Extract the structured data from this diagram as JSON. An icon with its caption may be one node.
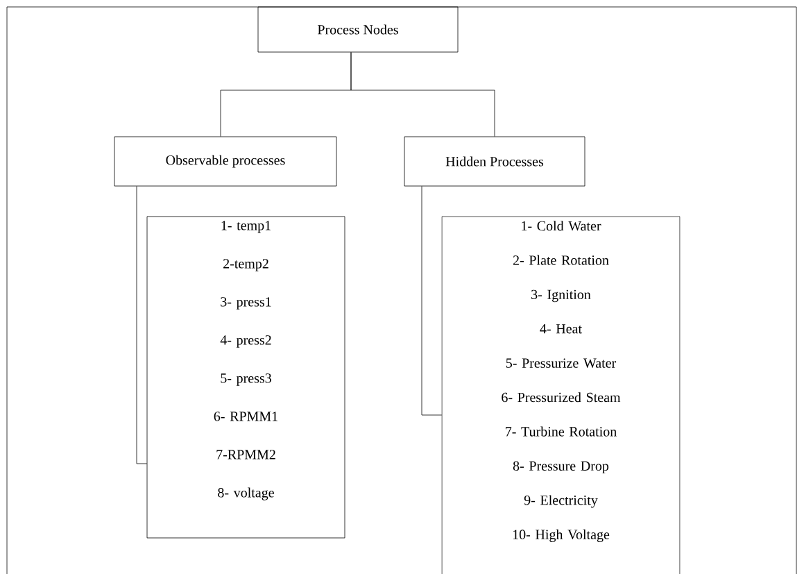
{
  "diagram": {
    "nodes": [
      {
        "text": [
          "Process Nodes"
        ]
      },
      {
        "text": [
          "Observable processes"
        ]
      },
      {
        "text": [
          "Hidden Processes"
        ]
      },
      {
        "text": [
          "1- temp1",
          "2-temp2",
          "3- press1",
          "4- press2",
          "5- press3",
          "6- RPMM1",
          "7-RPMM2",
          "8- voltage"
        ]
      },
      {
        "text": [
          "1- Cold Water",
          "2- Plate Rotation",
          "3- Ignition",
          "4- Heat",
          "5- Pressurize Water",
          "6- Pressurized Steam",
          "7- Turbine Rotation",
          "8- Pressure Drop",
          "9- Electricity",
          "10- High Voltage"
        ]
      }
    ],
    "edges": [
      {
        "from": 0,
        "to": 1,
        "arrow": "none"
      },
      {
        "from": 0,
        "to": 2,
        "arrow": "none"
      },
      {
        "from": 1,
        "to": 3,
        "arrow": "none"
      },
      {
        "from": 2,
        "to": 4,
        "arrow": "none"
      }
    ]
  }
}
